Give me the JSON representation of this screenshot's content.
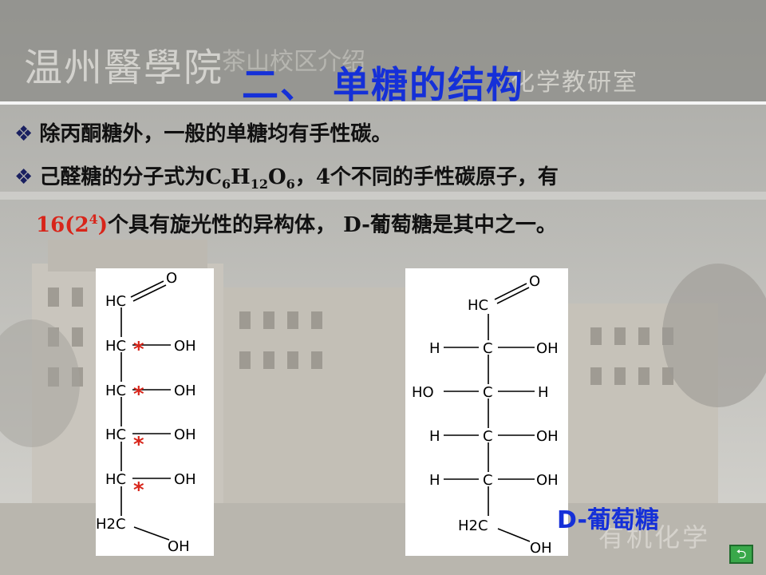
{
  "background": {
    "school_name": "温州醫學院",
    "campus_text": "茶山校区介绍",
    "department": "化学教研室",
    "course": "有机化学"
  },
  "title": "二、 单糖的结构",
  "bullets": [
    {
      "text": "除丙酮糖外，一般的单糖均有手性碳。"
    },
    {
      "pre": "己醛糖的分子式为",
      "c": "C",
      "c_sub": "6",
      "h": "H",
      "h_sub": "12",
      "o": "O",
      "o_sub": "6",
      "mid": "，",
      "num": "4",
      "post": "个不同的手性碳原子，有",
      "red_num": "16(2",
      "red_sup": "4",
      "red_close": ")",
      "post2": "个具有旋光性的异构体，",
      "dname": " D-",
      "end": "葡萄糖是其中之一。"
    }
  ],
  "left_structure": {
    "aldehyde_o": "O",
    "aldehyde_hc": "HC",
    "rows": [
      {
        "c": "HC",
        "oh": "OH",
        "chiral": "*"
      },
      {
        "c": "HC",
        "oh": "OH",
        "chiral": "*"
      },
      {
        "c": "HC",
        "oh": "OH",
        "chiral": "*"
      },
      {
        "c": "HC",
        "oh": "OH",
        "chiral": "*"
      }
    ],
    "ch2": "H2C",
    "terminal_oh": "OH"
  },
  "right_structure": {
    "aldehyde_o": "O",
    "aldehyde_hc": "HC",
    "rows": [
      {
        "left": "H",
        "c": "C",
        "right": "OH"
      },
      {
        "left": "HO",
        "c": "C",
        "right": "H"
      },
      {
        "left": "H",
        "c": "C",
        "right": "OH"
      },
      {
        "left": "H",
        "c": "C",
        "right": "OH"
      }
    ],
    "ch2": "H2C",
    "terminal_oh": "OH"
  },
  "structure_label": "D-葡萄糖",
  "nav_icon": "return-icon",
  "colors": {
    "title": "#1530d8",
    "chiral_mark": "#d8251a",
    "label": "#1530d8",
    "highlight": "#d8251a"
  }
}
